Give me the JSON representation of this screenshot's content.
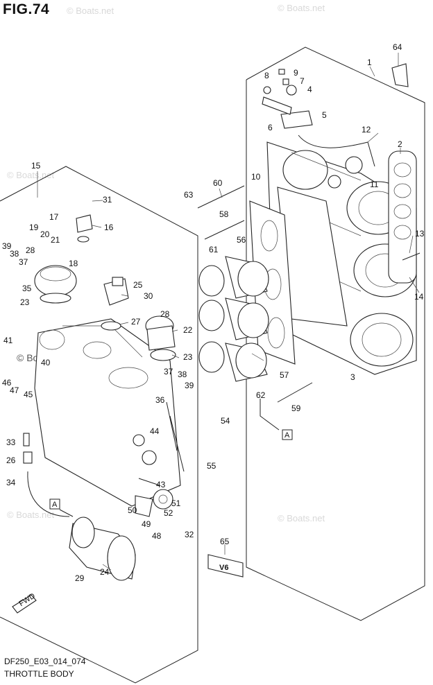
{
  "figure": {
    "title": "FIG.74",
    "code": "DF250_E03_014_074",
    "caption": "THROTTLE BODY",
    "watermark": "© Boats.net",
    "fwd_label": "FWD",
    "badge_text": "V6",
    "ref_label": "A"
  },
  "callouts": [
    "64",
    "1",
    "9",
    "8",
    "7",
    "4",
    "5",
    "6",
    "12",
    "2",
    "10",
    "11",
    "60",
    "63",
    "58",
    "13",
    "14",
    "61",
    "56",
    "3",
    "57",
    "62",
    "59",
    "54",
    "55",
    "15",
    "31",
    "17",
    "16",
    "19",
    "20",
    "21",
    "18",
    "39",
    "38",
    "28",
    "37",
    "35",
    "25",
    "30",
    "23",
    "28",
    "22",
    "27",
    "23",
    "40",
    "41",
    "46",
    "47",
    "45",
    "37",
    "36",
    "38",
    "39",
    "44",
    "33",
    "26",
    "34",
    "50",
    "49",
    "48",
    "51",
    "52",
    "32",
    "29",
    "24",
    "43",
    "65"
  ]
}
